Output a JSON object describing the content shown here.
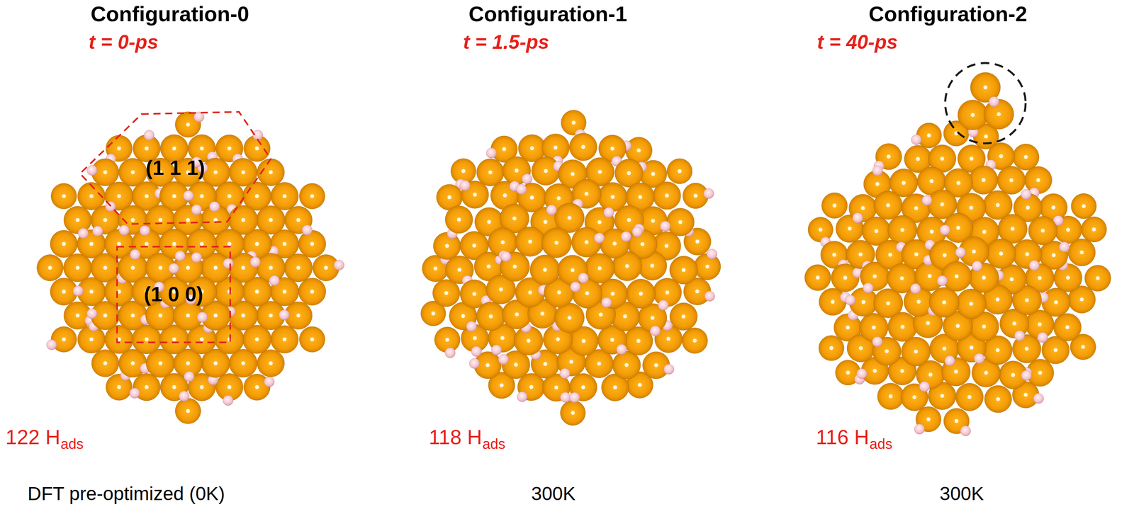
{
  "diagram": {
    "nodes": [
      {
        "text": [
          "(1 1 1)"
        ]
      },
      {
        "text": [
          "(1 0 0)"
        ]
      }
    ],
    "labels": [
      "Configuration-0",
      "t = 0-ps",
      "122 H",
      "ads",
      "DFT pre-optimized (0K)",
      "Configuration-1",
      "t = 1.5-ps",
      "118 H",
      "ads",
      "300K",
      "Configuration-2",
      "t = 40-ps",
      "116 H",
      "ads",
      "300K"
    ]
  }
}
